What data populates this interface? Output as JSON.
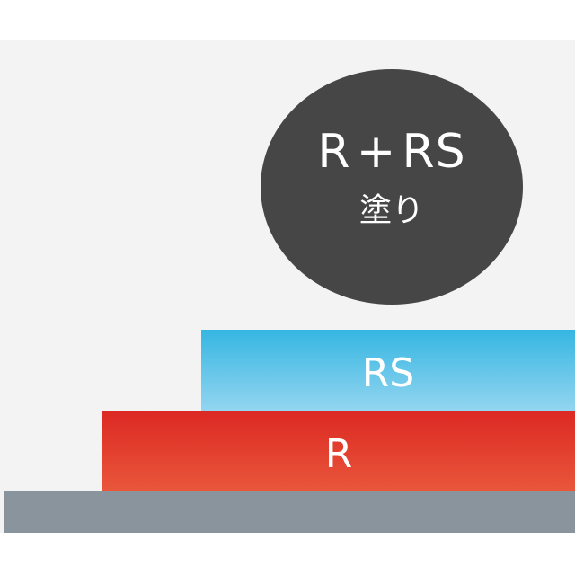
{
  "badge": {
    "title": "R + RS",
    "subtitle": "塗り"
  },
  "layers": {
    "top_label": "RS",
    "middle_label": "R",
    "base_label": ""
  },
  "colors": {
    "badge": "#464646",
    "panel": "#f3f3f3",
    "rs_top": "#35b6e2",
    "rs_bottom": "#93d5f0",
    "r_top": "#dc2924",
    "r_bottom": "#e9563a",
    "base": "#8a949c"
  }
}
